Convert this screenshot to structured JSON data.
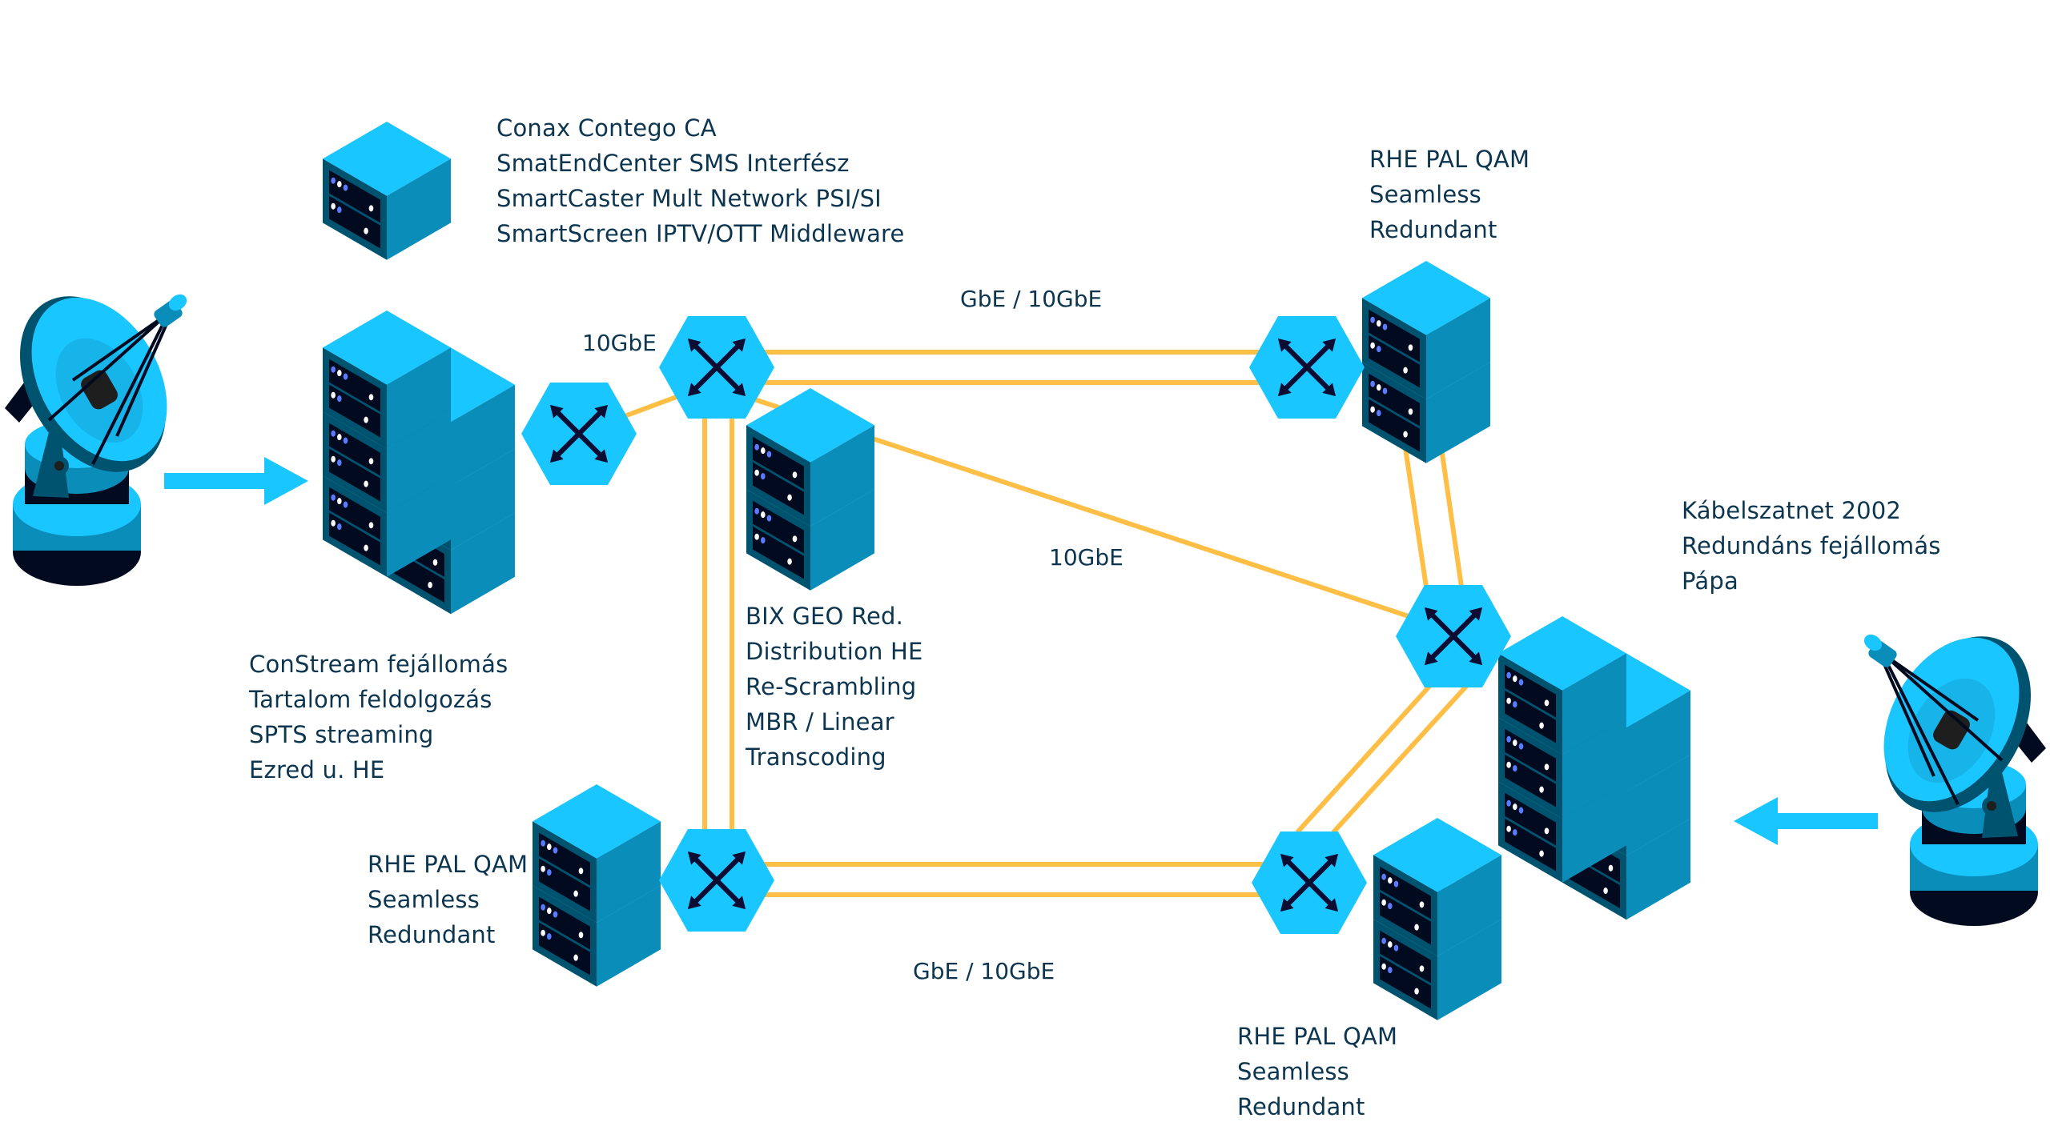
{
  "colors": {
    "accent": "#1AC6FF",
    "face_right": "#0A8DB8",
    "face_left": "#00536F",
    "slot": "#020A1F",
    "led_white": "#FFFFFF",
    "led_blue": "#5B7CFF",
    "link": "#FFBF47",
    "switch_glyph": "#0D0D33",
    "text": "#0C3550",
    "dish_dark": "#00536F",
    "dish_black": "#1E1E1E"
  },
  "nodes": {
    "dish_left": {
      "type": "satellite-dish",
      "facing": "right"
    },
    "dish_right": {
      "type": "satellite-dish",
      "facing": "left"
    },
    "arrow_in_left": {
      "direction": "right"
    },
    "arrow_in_right": {
      "direction": "left"
    },
    "cas_server": {
      "type": "server",
      "units": 1
    },
    "constream_rack": {
      "type": "server-rack",
      "columns": 2,
      "rows": 3
    },
    "bix_rack": {
      "type": "server-rack",
      "columns": 1,
      "rows": 2
    },
    "rhe_top_rack": {
      "type": "server-rack",
      "columns": 1,
      "rows": 2
    },
    "rhe_bottom_left_rack": {
      "type": "server-rack",
      "columns": 1,
      "rows": 2
    },
    "rhe_bottom_right_rack": {
      "type": "server-rack",
      "columns": 1,
      "rows": 2
    },
    "papa_rack": {
      "type": "server-rack",
      "columns": 2,
      "rows": 3
    },
    "switches": [
      "sw-entry",
      "sw-top-left",
      "sw-top-right",
      "sw-right-center",
      "sw-bottom-left",
      "sw-bottom-right"
    ]
  },
  "links": [
    {
      "from": "sw-entry",
      "to": "sw-top-left",
      "count": 1
    },
    {
      "from": "sw-top-left",
      "to": "sw-top-right",
      "count": 2
    },
    {
      "from": "sw-top-left",
      "to": "sw-bottom-left",
      "count": 2
    },
    {
      "from": "sw-bottom-left",
      "to": "sw-bottom-right",
      "count": 2
    },
    {
      "from": "sw-top-left",
      "to": "sw-right-center",
      "count": 1
    },
    {
      "from": "rhe-top-rack",
      "to": "sw-right-center",
      "count": 2
    },
    {
      "from": "sw-right-center",
      "to": "sw-bottom-right",
      "count": 2
    }
  ],
  "labels": {
    "cas": [
      "Conax Contego CA",
      "SmatEndCenter SMS Interfész",
      "SmartCaster Mult Network PSI/SI",
      "SmartScreen IPTV/OTT Middleware"
    ],
    "constream": [
      "ConStream fejállomás",
      "Tartalom feldolgozás",
      "SPTS streaming",
      "Ezred u. HE"
    ],
    "bix": [
      "BIX GEO Red.",
      "Distribution HE",
      "Re-Scrambling",
      "MBR / Linear",
      "Transcoding"
    ],
    "rhe_top": [
      "RHE PAL QAM",
      "Seamless",
      "Redundant"
    ],
    "rhe_bottom_left": [
      "RHE PAL QAM",
      "Seamless",
      "Redundant"
    ],
    "rhe_bottom_right": [
      "RHE PAL QAM",
      "Seamless",
      "Redundant"
    ],
    "papa": [
      "Kábelszatnet 2002",
      "Redundáns fejállomás",
      "Pápa"
    ]
  },
  "link_labels": {
    "entry": "10GbE",
    "top": "GbE / 10GbE",
    "diagonal": "10GbE",
    "bottom": "GbE / 10GbE"
  }
}
